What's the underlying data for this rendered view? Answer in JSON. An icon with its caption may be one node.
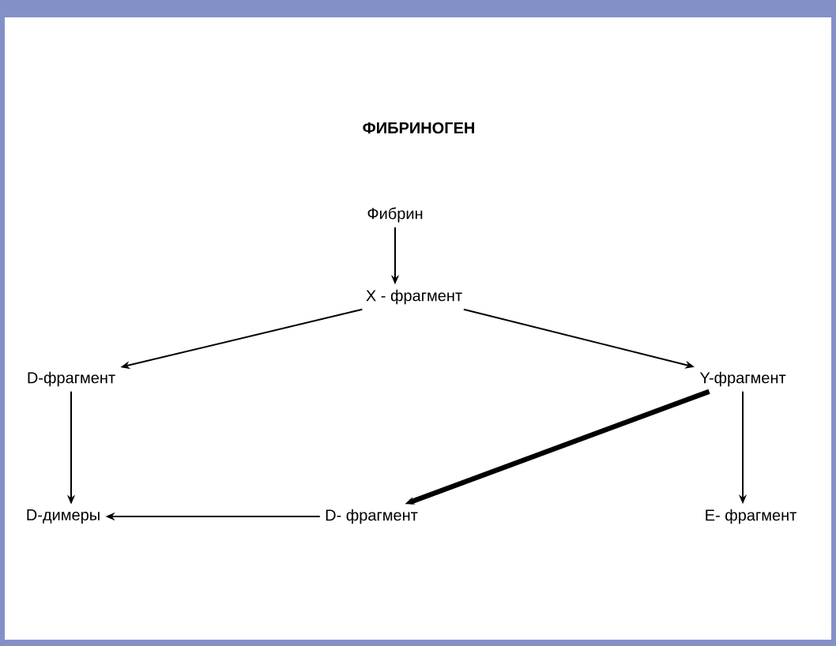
{
  "diagram": {
    "title": "ФИБРИНОГЕН",
    "nodes": [
      {
        "text": [
          "Фибрин"
        ]
      },
      {
        "text": [
          "X - фрагмент"
        ]
      },
      {
        "text": [
          "D-фрагмент"
        ]
      },
      {
        "text": [
          "Y-фрагмент"
        ]
      },
      {
        "text": [
          "D-димеры"
        ]
      },
      {
        "text": [
          "D- фрагмент"
        ]
      },
      {
        "text": [
          "E- фрагмент"
        ]
      }
    ],
    "edges": [
      {
        "from": 0,
        "to": 1,
        "arrow": "to"
      },
      {
        "from": 1,
        "to": 2,
        "arrow": "to"
      },
      {
        "from": 1,
        "to": 3,
        "arrow": "to"
      },
      {
        "from": 2,
        "to": 4,
        "arrow": "to"
      },
      {
        "from": 3,
        "to": 5,
        "arrow": "to",
        "style": "thick"
      },
      {
        "from": 3,
        "to": 6,
        "arrow": "to"
      },
      {
        "from": 5,
        "to": 4,
        "arrow": "to"
      }
    ]
  }
}
